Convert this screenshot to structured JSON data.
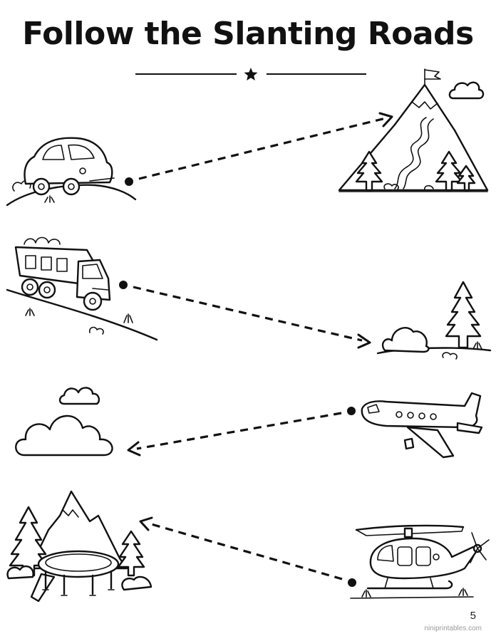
{
  "worksheet": {
    "title": "Follow the Slanting Roads",
    "page_number": "5",
    "credit": "niniprintables.com"
  },
  "icons": {
    "divider": "star-icon",
    "pairs": [
      {
        "start": "car-icon",
        "end": "mountain-with-flag-icon",
        "direction": "left-to-right"
      },
      {
        "start": "dump-truck-icon",
        "end": "tree-and-bush-icon",
        "direction": "left-to-right"
      },
      {
        "start": "airplane-icon",
        "end": "cloud-icon",
        "direction": "right-to-left"
      },
      {
        "start": "helicopter-icon",
        "end": "trampoline-in-mountains-icon",
        "direction": "right-to-left"
      }
    ]
  },
  "colors": {
    "ink": "#111111",
    "paper": "#ffffff",
    "credit": "#9a9a9a"
  }
}
